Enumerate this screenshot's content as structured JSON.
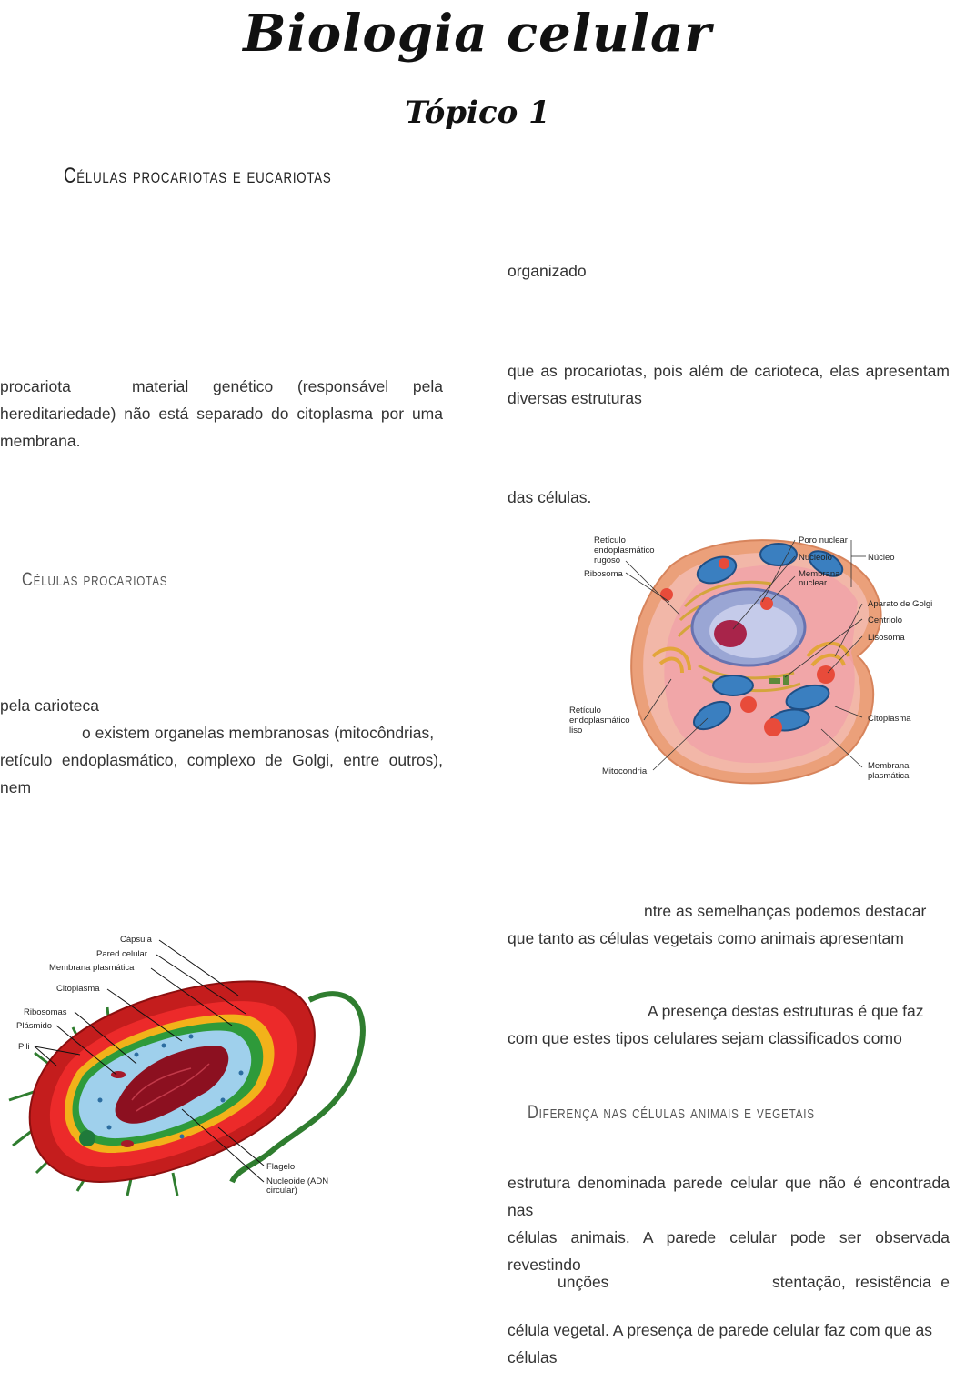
{
  "title": "Biologia celular",
  "subtitle": "Tópico 1",
  "section_heading": "Células procariotas e eucariotas",
  "sub_headings": {
    "procariotas": "Células procariotas",
    "diferenca": "Diferença nas células animais e vegetais"
  },
  "left": {
    "p1_l1_a": "procariota",
    "p1_l1_b": "material genético (responsável pela",
    "p1_l2": "hereditariedade) não está separado do citoplasma por uma",
    "p1_l3": "membrana.",
    "p2_l1": "pela carioteca",
    "p2_l2": "o existem organelas membranosas (mitocôndrias,",
    "p2_l3": "retículo endoplasmático, complexo de Golgi, entre outros), nem"
  },
  "right": {
    "r1": "organizado",
    "r2_l1": "que as procariotas, pois além de carioteca, elas apresentam",
    "r2_l2": "diversas estruturas",
    "r3": "das células.",
    "r4_l1": "ntre as semelhanças podemos destacar",
    "r4_l2": "que tanto as células vegetais como animais apresentam",
    "r5_l1": "A presença destas estruturas é que faz",
    "r5_l2": "com que estes tipos celulares sejam classificados como",
    "r6_l1": "estrutura denominada parede celular que não é encontrada nas",
    "r6_l2": "células animais. A parede celular pode ser observada revestindo",
    "r7_a": "unções",
    "r7_b": "stentação, resistência e",
    "r8": "célula vegetal. A presença de parede celular faz com que as células"
  },
  "animal_cell_labels": {
    "rer": "Retículo endoplasmático rugoso",
    "rer_1": "Retículo",
    "rer_2": "endoplasmático",
    "rer_3": "rugoso",
    "ribosoma": "Ribosoma",
    "poro": "Poro nuclear",
    "nucleolo": "Nucléolo",
    "membrana_nuclear_1": "Membrana",
    "membrana_nuclear_2": "nuclear",
    "nucleo": "Núcleo",
    "golgi": "Aparato de Golgi",
    "centriolo": "Centriolo",
    "lisosoma": "Lisosoma",
    "rel_1": "Retículo",
    "rel_2": "endoplasmático",
    "rel_3": "liso",
    "citoplasma": "Citoplasma",
    "mitocondria": "Mitocondria",
    "membrana_plasm_1": "Membrana",
    "membrana_plasm_2": "plasmática"
  },
  "bacteria_labels": {
    "capsula": "Cápsula",
    "parede": "Pared celular",
    "membrana": "Membrana plasmática",
    "citoplasma": "Citoplasma",
    "ribosomas": "Ribosomas",
    "plasmido": "Plásmido",
    "pili": "Pili",
    "flagelo": "Flagelo",
    "nucleoide_1": "Nucleoide (ADN",
    "nucleoide_2": "circular)"
  }
}
